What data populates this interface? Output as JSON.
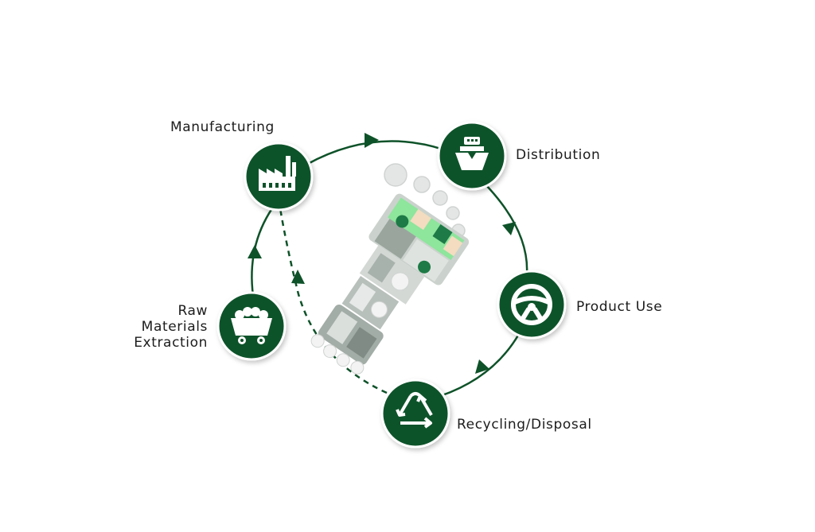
{
  "stages": {
    "manufacturing": {
      "label": "Manufacturing",
      "icon": "factory-icon"
    },
    "distribution": {
      "label": "Distribution",
      "icon": "ship-icon"
    },
    "product_use": {
      "label": "Product Use",
      "icon": "steering-wheel-icon"
    },
    "recycling": {
      "label": "Recycling/Disposal",
      "icon": "recycle-icon"
    },
    "raw_materials": {
      "label_lines": [
        "Raw",
        "Materials",
        "Extraction"
      ],
      "icon": "mine-cart-icon"
    }
  },
  "colors": {
    "brand_green": "#0e5229",
    "light_green": "#8ee59c",
    "mid_green": "#1e7a46",
    "grey_block": "#bfc7c1",
    "peach_block": "#f3dcc0"
  },
  "footprint_icon": "footprint-made-of-blocks-icon"
}
